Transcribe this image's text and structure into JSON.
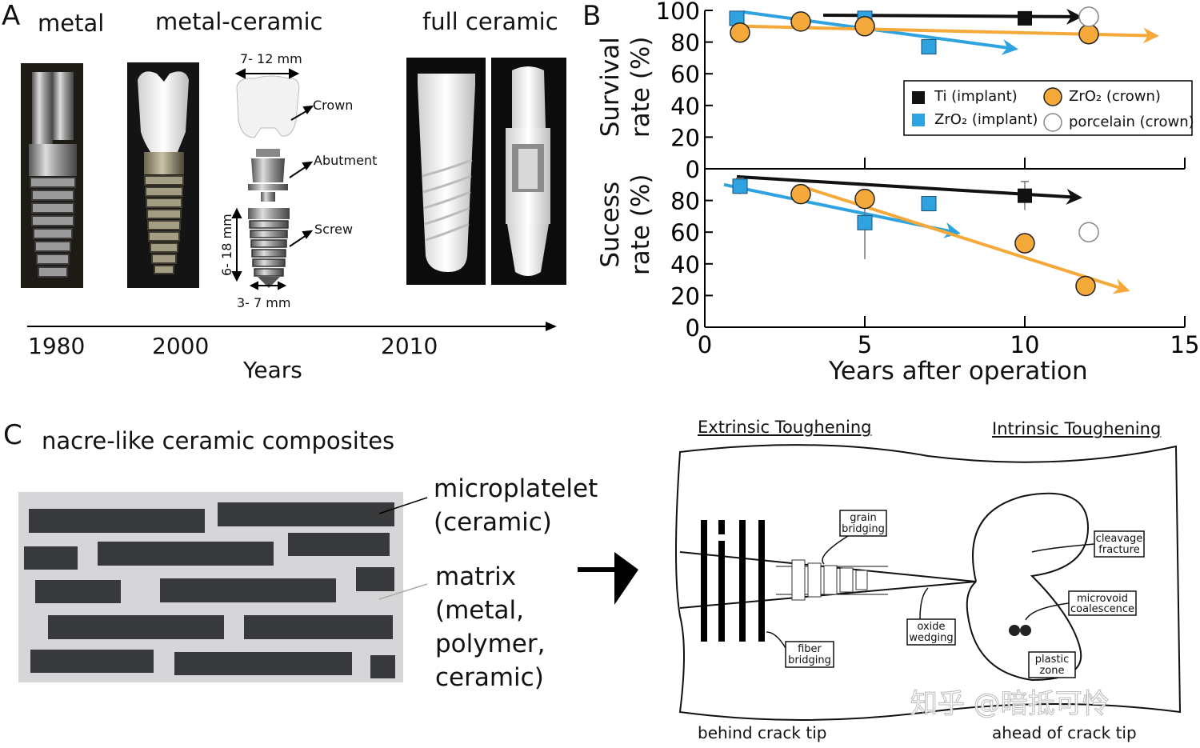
{
  "panelA": {
    "letter": "A",
    "headers": [
      "metal",
      "metal-ceramic",
      "full ceramic"
    ],
    "crown_width": "7- 12 mm",
    "parts": [
      "Crown",
      "Abutment",
      "Screw"
    ],
    "screw_length": "6- 18 mm",
    "screw_diameter": "3- 7 mm",
    "timeline_years": [
      "1980",
      "2000",
      "2010"
    ],
    "timeline_label": "Years"
  },
  "panelB": {
    "letter": "B",
    "top_ylabel": [
      "Survival",
      "rate (%)"
    ],
    "bottom_ylabel": [
      "Sucess",
      "rate (%)"
    ],
    "xlabel": "Years after operation",
    "legend": [
      {
        "label": "Ti (implant)",
        "marker": "square",
        "color": "#111111"
      },
      {
        "label": "ZrO₂ (implant)",
        "marker": "square",
        "color": "#2ea3df"
      },
      {
        "label": "ZrO₂ (crown)",
        "marker": "circle",
        "color": "#f5a93b"
      },
      {
        "label": "porcelain (crown)",
        "marker": "circle",
        "color": "#ffffff"
      }
    ]
  },
  "chart_data": [
    {
      "type": "scatter",
      "ylabel": "Survival rate (%)",
      "xlim": [
        0,
        15
      ],
      "ylim": [
        0,
        100
      ],
      "xticks": [
        0,
        5,
        10,
        15
      ],
      "yticks": [
        0,
        20,
        40,
        60,
        80,
        100
      ],
      "series": [
        {
          "name": "Ti (implant)",
          "color": "#111111",
          "marker": "square",
          "points": [
            [
              10,
              95
            ]
          ],
          "trend": [
            [
              3.7,
              97
            ],
            [
              11.6,
              96
            ]
          ]
        },
        {
          "name": "ZrO₂ (implant)",
          "color": "#2ea3df",
          "marker": "square",
          "points": [
            [
              1,
              95
            ],
            [
              5,
              95
            ],
            [
              7,
              77
            ]
          ],
          "trend": [
            [
              1.2,
              99
            ],
            [
              9.6,
              76
            ]
          ]
        },
        {
          "name": "ZrO₂ (crown)",
          "color": "#f5a93b",
          "marker": "circle",
          "points": [
            [
              1.1,
              86
            ],
            [
              3,
              93
            ],
            [
              5,
              90
            ],
            [
              12,
              85
            ]
          ],
          "trend": [
            [
              1.2,
              90
            ],
            [
              14,
              84
            ]
          ]
        },
        {
          "name": "porcelain (crown)",
          "color": "#ffffff",
          "marker": "circle",
          "points": [
            [
              12,
              96
            ]
          ]
        }
      ]
    },
    {
      "type": "scatter",
      "ylabel": "Sucess rate (%)",
      "xlabel": "Years after operation",
      "xlim": [
        0,
        15
      ],
      "ylim": [
        0,
        100
      ],
      "xticks": [
        0,
        5,
        10,
        15
      ],
      "yticks": [
        0,
        20,
        40,
        60,
        80
      ],
      "series": [
        {
          "name": "Ti (implant)",
          "color": "#111111",
          "marker": "square",
          "points": [
            [
              10,
              83
            ]
          ],
          "errors": [
            [
              10,
              74,
              92
            ]
          ],
          "trend": [
            [
              1,
              95
            ],
            [
              11.6,
              82
            ]
          ]
        },
        {
          "name": "ZrO₂ (implant)",
          "color": "#2ea3df",
          "marker": "square",
          "points": [
            [
              1.1,
              89
            ],
            [
              5,
              66
            ],
            [
              7,
              78
            ]
          ],
          "errors": [
            [
              1.1,
              84,
              94
            ],
            [
              5,
              43,
              82
            ]
          ],
          "trend": [
            [
              0.6,
              90
            ],
            [
              7.8,
              60
            ]
          ]
        },
        {
          "name": "ZrO₂ (crown)",
          "color": "#f5a93b",
          "marker": "circle",
          "points": [
            [
              3,
              84
            ],
            [
              5,
              81
            ],
            [
              10,
              53
            ],
            [
              11.9,
              26
            ]
          ],
          "trend": [
            [
              3,
              89
            ],
            [
              13.1,
              24
            ]
          ]
        },
        {
          "name": "porcelain (crown)",
          "color": "#ffffff",
          "marker": "circle",
          "points": [
            [
              12,
              60
            ]
          ]
        }
      ]
    }
  ],
  "panelC": {
    "letter": "C",
    "title": "nacre-like ceramic composites",
    "platelet_label": [
      "microplatelet",
      "(ceramic)"
    ],
    "matrix_label": [
      "matrix",
      "(metal,",
      "polymer,",
      "ceramic)"
    ],
    "extrinsic": "Extrinsic Toughening",
    "intrinsic": "Intrinsic Toughening",
    "boxes": [
      [
        "grain",
        "bridging"
      ],
      [
        "cleavage",
        "fracture"
      ],
      [
        "microvoid",
        "coalescence"
      ],
      [
        "oxide",
        "wedging"
      ],
      [
        "fiber",
        "bridging"
      ],
      [
        "plastic",
        "zone"
      ]
    ],
    "behind": "behind crack tip",
    "ahead": "ahead of crack tip",
    "watermark": "知乎 @暗抵可怜"
  }
}
